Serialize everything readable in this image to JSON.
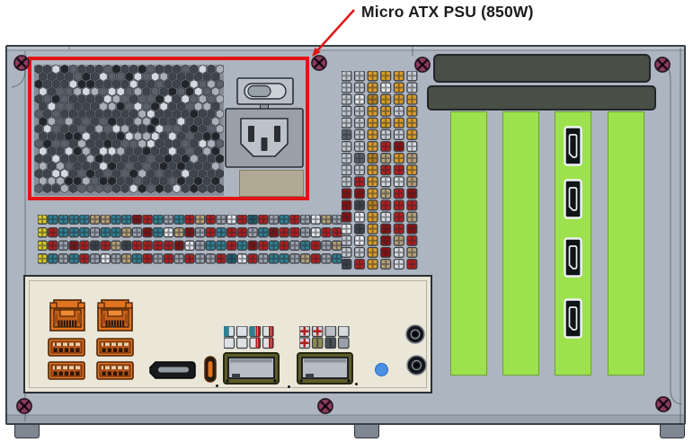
{
  "annotation": {
    "label": "Micro ATX PSU (850W)",
    "arrow_color": "#e21414"
  },
  "chassis": {
    "name": "Rear panel of small-form-factor PC chassis",
    "psu": {
      "highlight_color": "#e21414",
      "vent_pattern": "hex-mesh",
      "has_power_switch": true,
      "ac_inlet_type": "IEC C14",
      "has_label_sticker": true
    },
    "expansion": {
      "slot_count": 4,
      "populated_slot": 3,
      "displayport_count": 4,
      "slot_color": "#9de24c",
      "bracket_color": "#4a4f46"
    },
    "io_panel": {
      "panel_color": "#eae6d8",
      "ethernet_ports": 2,
      "usb_a_ports": 4,
      "displayport_outputs": 1,
      "usb_c_ports": 1,
      "transceiver_cages": 2,
      "audio_jacks": 2,
      "button_color": "#4b8fe2",
      "connector_color": "#e0731f"
    },
    "screw_count": 7,
    "foot_count": 3,
    "colors": {
      "case": "#adb5c1",
      "outline": "#3a4046",
      "screw": "#8f3a5f",
      "mesh_metal": "#858c96"
    }
  }
}
